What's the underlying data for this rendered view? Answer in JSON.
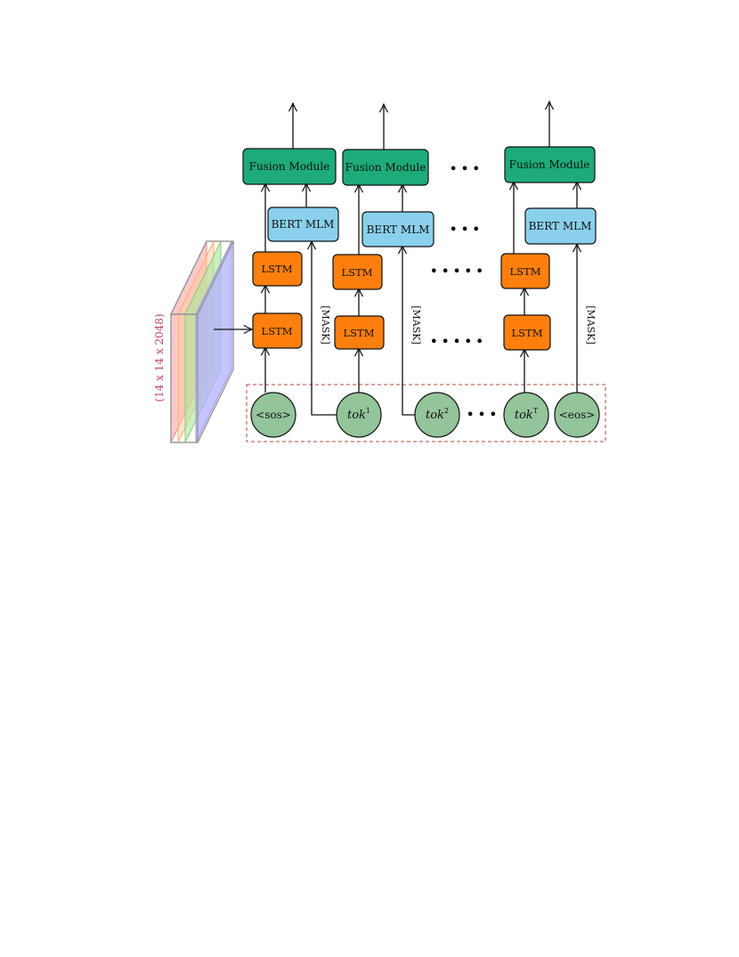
{
  "colors": {
    "fusion": "#1dab7a",
    "bert": "#8ad0ec",
    "lstm": "#ff7f0e",
    "token": "#93c49a",
    "dashed": "#b5443c",
    "dims": "#c2456a"
  },
  "feature_map_label": "(14 x 14 x 2048)",
  "columns": [
    {
      "fusion": "Fusion Module",
      "bert": "BERT MLM",
      "lstm_top": "LSTM",
      "lstm_bottom": "LSTM",
      "token": "<sos>",
      "mask": "[MASK]"
    },
    {
      "fusion": "Fusion Module",
      "bert": "BERT MLM",
      "lstm_top": "LSTM",
      "lstm_bottom": "LSTM",
      "token_base": "tok",
      "token_sup": "1",
      "mask": "[MASK]"
    },
    {
      "fusion": "Fusion Module",
      "bert": "BERT MLM",
      "lstm_top": "LSTM",
      "lstm_bottom": "LSTM",
      "token_base": "tok",
      "token_sup": "T",
      "mask": "[MASK]"
    }
  ],
  "middle_token": {
    "base": "tok",
    "sup": "2"
  },
  "end_token": "<eos>",
  "ellipsis_short": "• • •",
  "ellipsis_long": "• • • • •"
}
